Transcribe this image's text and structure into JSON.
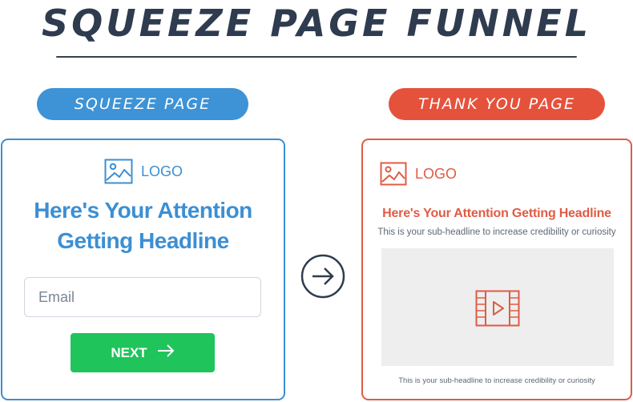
{
  "title": "SQUEEZE PAGE FUNNEL",
  "squeeze_label": "SQUEEZE PAGE",
  "thankyou_label": "THANK YOU PAGE",
  "squeeze": {
    "logo_text": "LOGO",
    "headline_line1": "Here's Your Attention",
    "headline_line2": "Getting Headline",
    "email_placeholder": "Email",
    "next_label": "NEXT"
  },
  "thankyou": {
    "logo_text": "LOGO",
    "headline": "Here's Your Attention Getting Headline",
    "subheadline": "This is your sub-headline to increase credibility or curiosity",
    "subheadline_bottom": "This is your sub-headline to increase credibility or curiosity"
  },
  "icons": {
    "logo": "image-icon",
    "next": "arrow-right-icon",
    "flow": "circle-arrow-right-icon",
    "video": "film-play-icon"
  },
  "colors": {
    "blue": "#3c8fd3",
    "red": "#e05b45",
    "green": "#1fc45b",
    "dark": "#2f3b4f"
  }
}
